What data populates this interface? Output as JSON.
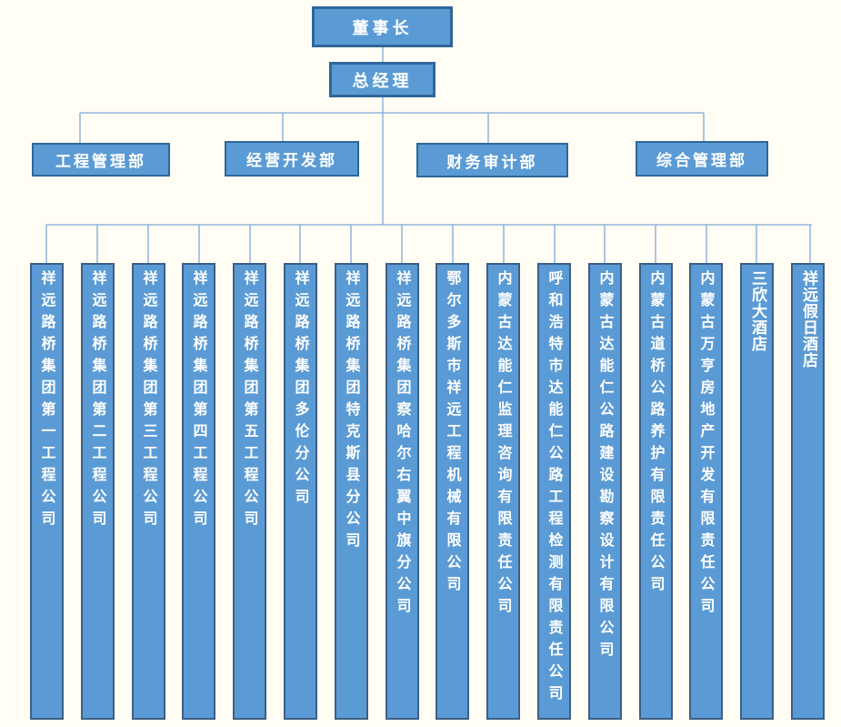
{
  "org": {
    "chairman": "董事长",
    "general_manager": "总经理",
    "departments": [
      {
        "label": "工程管理部"
      },
      {
        "label": "经营开发部"
      },
      {
        "label": "财务审计部"
      },
      {
        "label": "综合管理部"
      }
    ],
    "companies": [
      {
        "name": "祥远路桥集团第一工程公司"
      },
      {
        "name": "祥远路桥集团第二工程公司"
      },
      {
        "name": "祥远路桥集团第三工程公司"
      },
      {
        "name": "祥远路桥集团第四工程公司"
      },
      {
        "name": "祥远路桥集团第五工程公司"
      },
      {
        "name": "祥远路桥集团多伦分公司"
      },
      {
        "name": "祥远路桥集团特克斯县分公司"
      },
      {
        "name": "祥远路桥集团察哈尔右翼中旗分公司"
      },
      {
        "name": "鄂尔多斯市祥远工程机械有限公司"
      },
      {
        "name": "内蒙古达能仁监理咨询有限责任公司"
      },
      {
        "name": "呼和浩特市达能仁公路工程检测有限责任公司"
      },
      {
        "name": "内蒙古达能仁公路建设勘察设计有限公司"
      },
      {
        "name": "内蒙古道桥公路养护有限责任公司"
      },
      {
        "name": "内蒙古万亨房地产开发有限责任公司"
      },
      {
        "name": "三欣大酒店"
      },
      {
        "name": "祥远假日酒店"
      }
    ]
  },
  "colors": {
    "box_fill": "#5b9bd5",
    "top_box_border": "#2f6699",
    "column_border": "#3d5f85",
    "connector_line": "#7ea9d8",
    "background": "#fffdf4",
    "text": "#ffffff"
  }
}
